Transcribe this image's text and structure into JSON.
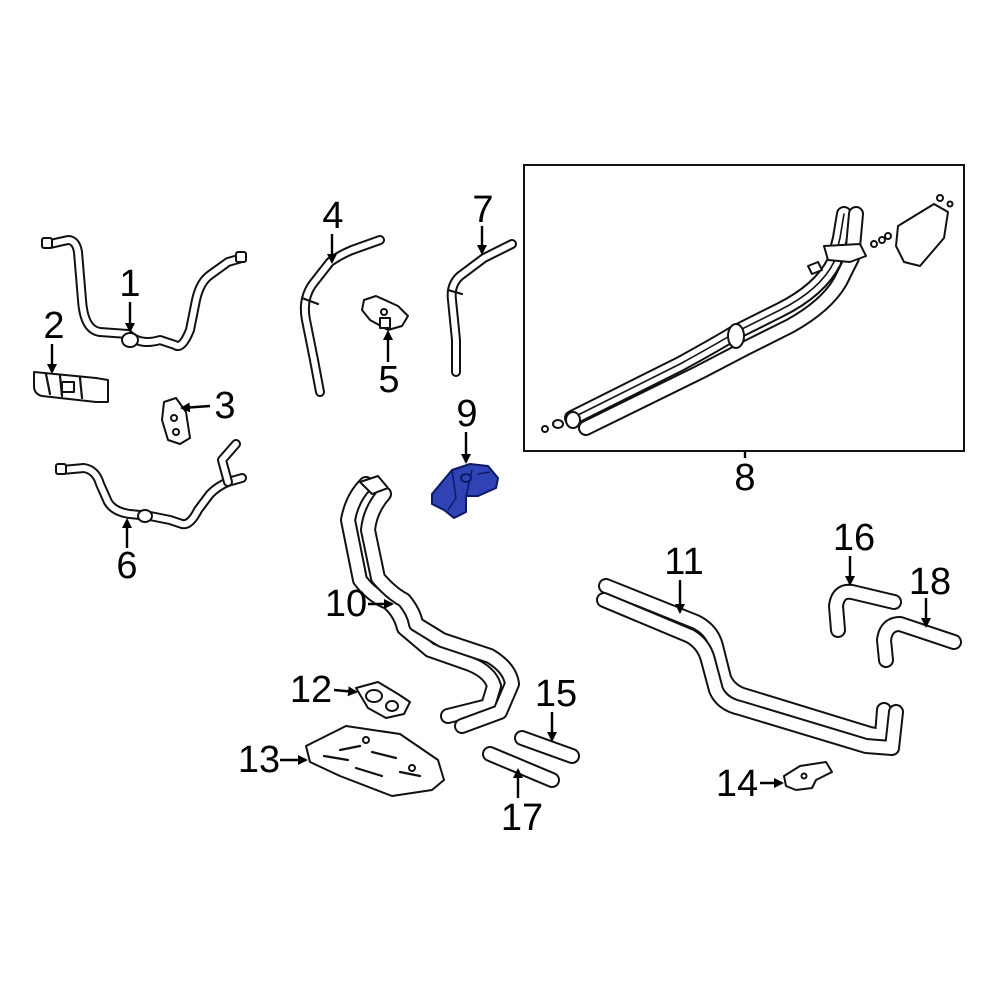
{
  "callouts": {
    "c1": "1",
    "c2": "2",
    "c3": "3",
    "c4": "4",
    "c5": "5",
    "c6": "6",
    "c7": "7",
    "c8": "8",
    "c9": "9",
    "c10": "10",
    "c11": "11",
    "c12": "12",
    "c13": "13",
    "c14": "14",
    "c15": "15",
    "c16": "16",
    "c17": "17",
    "c18": "18"
  },
  "highlight_color": "#2f43b4",
  "highlighted_part": "9"
}
